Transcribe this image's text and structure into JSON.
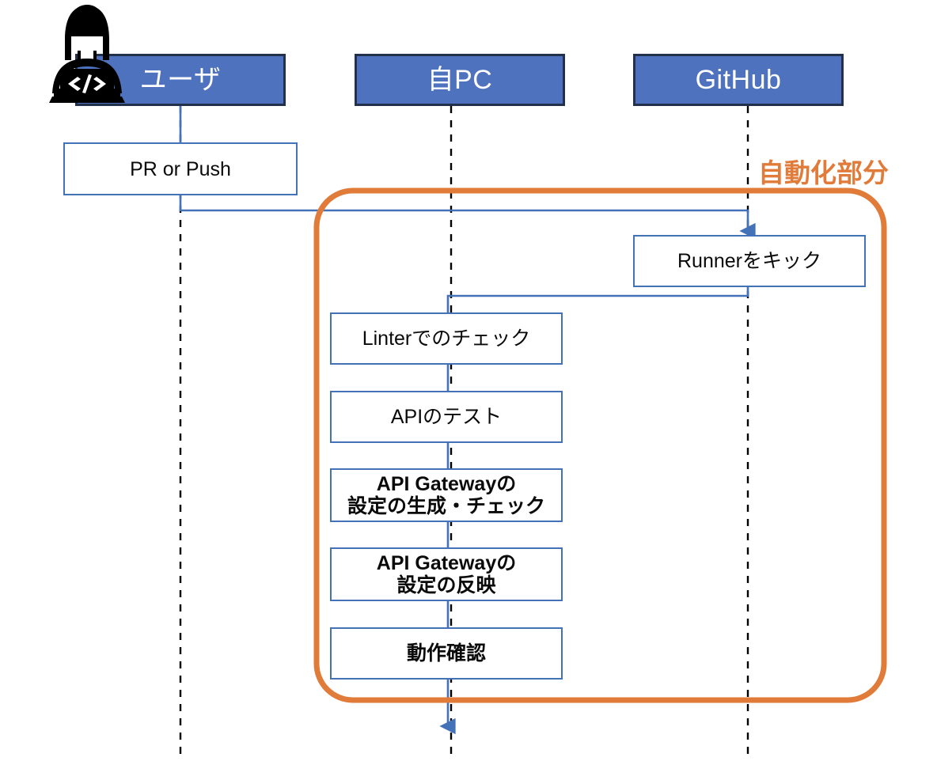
{
  "diagram": {
    "title_annotation": "自動化部分",
    "colors": {
      "actor_fill": "#4E72BE",
      "actor_border": "#23304A",
      "process_border": "#4472B8",
      "connector_blue": "#4472B8",
      "automation_orange": "#E07B39",
      "lifeline_black": "#000000",
      "background": "#FFFFFF"
    },
    "actors": [
      {
        "id": "user",
        "label": "ユーザ",
        "icon": "person-at-laptop-icon"
      },
      {
        "id": "pc",
        "label": "自PC",
        "icon": ""
      },
      {
        "id": "github",
        "label": "GitHub",
        "icon": ""
      }
    ],
    "steps": [
      {
        "id": "pr-or-push",
        "label": "PR or Push",
        "lane": "user"
      },
      {
        "id": "runner-kick",
        "label": "Runnerをキック",
        "lane": "github"
      },
      {
        "id": "linter-check",
        "label": "Linterでのチェック",
        "lane": "pc"
      },
      {
        "id": "api-test",
        "label": "APIのテスト",
        "lane": "pc"
      },
      {
        "id": "apigw-generate",
        "label": "API Gatewayの\n設定の生成・チェック",
        "lane": "pc"
      },
      {
        "id": "apigw-apply",
        "label": "API Gatewayの\n設定の反映",
        "lane": "pc"
      },
      {
        "id": "verify",
        "label": "動作確認",
        "lane": "pc"
      }
    ],
    "automation_region": {
      "label": "自動化部分",
      "covers": [
        "runner-kick",
        "linter-check",
        "api-test",
        "apigw-generate",
        "apigw-apply",
        "verify"
      ]
    }
  }
}
